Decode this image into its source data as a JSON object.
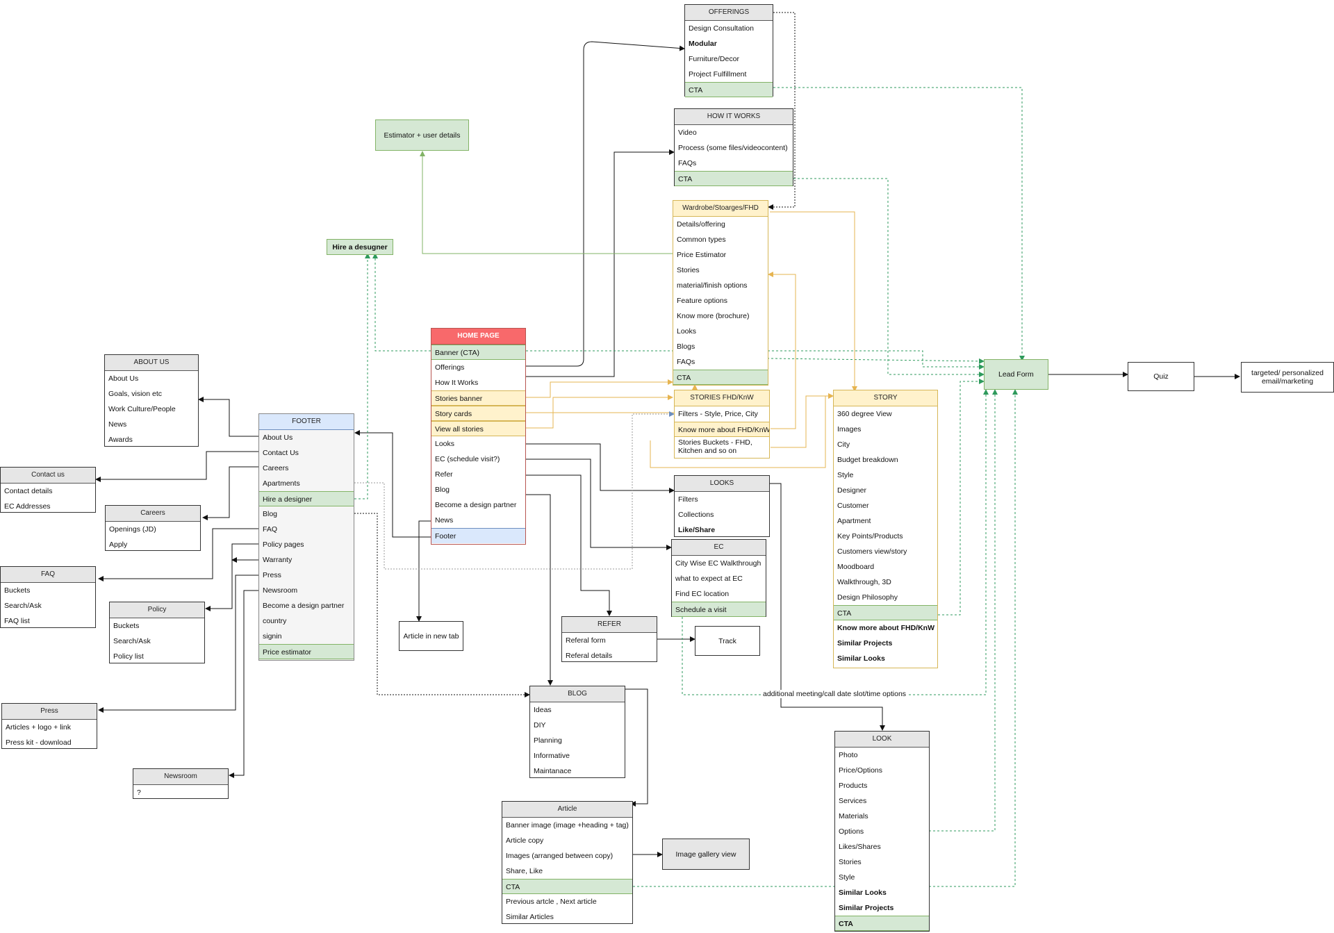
{
  "tables": {
    "offerings": {
      "title": "OFFERINGS",
      "rows": [
        "Design Consultation",
        "Modular",
        "Furniture/Decor",
        "Project Fulfillment",
        "CTA"
      ]
    },
    "how": {
      "title": "HOW IT WORKS",
      "rows": [
        "Video",
        "Process (some files/videocontent)",
        "FAQs",
        "CTA"
      ]
    },
    "wardrobe": {
      "title": "Wardrobe/Stoarges/FHD",
      "rows": [
        "Details/offering",
        "Common types",
        "Price Estimator",
        "Stories",
        "material/finish options",
        "Feature options",
        "Know more (brochure)",
        "Looks",
        "Blogs",
        "FAQs",
        "CTA"
      ]
    },
    "home": {
      "title": "HOME PAGE",
      "rows": [
        "Banner (CTA)",
        "Offerings",
        "How It Works",
        "Stories banner",
        "Story cards",
        "View all stories",
        "Looks",
        "EC (schedule visit?)",
        "Refer",
        "Blog",
        "Become a design partner",
        "News",
        "Footer"
      ]
    },
    "footer": {
      "title": "FOOTER",
      "rows": [
        "About Us",
        "Contact Us",
        "Careers",
        "Apartments",
        "Hire a designer",
        "Blog",
        "FAQ",
        "Policy pages",
        "Warranty",
        "Press",
        "Newsroom",
        "Become a design partner",
        "country",
        "signin",
        "Price estimator"
      ]
    },
    "about": {
      "title": "ABOUT US",
      "rows": [
        "About Us",
        "Goals, vision etc",
        "Work Culture/People",
        "News",
        "Awards"
      ]
    },
    "contact": {
      "title": "Contact us",
      "rows": [
        "Contact details",
        "EC Addresses"
      ]
    },
    "careers": {
      "title": "Careers",
      "rows": [
        "Openings (JD)",
        "Apply"
      ]
    },
    "faq": {
      "title": "FAQ",
      "rows": [
        "Buckets",
        "Search/Ask",
        "FAQ list"
      ]
    },
    "policy": {
      "title": "Policy",
      "rows": [
        "Buckets",
        "Search/Ask",
        "Policy list"
      ]
    },
    "press": {
      "title": "Press",
      "rows": [
        "Articles + logo + link",
        "Press kit - download"
      ]
    },
    "newsroom": {
      "title": "Newsroom",
      "rows": [
        "?"
      ]
    },
    "stories": {
      "title": "STORIES FHD/KnW",
      "rows": [
        "Filters - Style, Price, City",
        "Know more about FHD/KnW",
        "Stories Buckets - FHD, Kitchen and so on"
      ]
    },
    "story": {
      "title": "STORY",
      "rows": [
        "360 degree View",
        "Images",
        "City",
        "Budget breakdown",
        "Style",
        "Designer",
        "Customer",
        "Apartment",
        "Key Points/Products",
        "Customers view/story",
        "Moodboard",
        "Walkthrough, 3D",
        "Design Philosophy",
        "CTA",
        "Know more about FHD/KnW",
        "Similar Projects",
        "Similar Looks"
      ]
    },
    "looks": {
      "title": "LOOKS",
      "rows": [
        "Filters",
        "Collections",
        "Like/Share"
      ]
    },
    "ec": {
      "title": "EC",
      "rows": [
        "City Wise EC Walkthrough",
        "what to expect at EC",
        "Find EC location",
        "Schedule a visit"
      ]
    },
    "refer": {
      "title": "REFER",
      "rows": [
        "Referal form",
        "Referal details"
      ]
    },
    "blog": {
      "title": "BLOG",
      "rows": [
        "Ideas",
        "DIY",
        "Planning",
        "Informative",
        "Maintanace"
      ]
    },
    "article": {
      "title": "Article",
      "rows": [
        "Banner image (image +heading + tag)",
        "Article copy",
        "Images (arranged between copy)",
        "Share, Like",
        "CTA",
        "Previous artcle , Next article",
        "Similar Articles"
      ]
    },
    "look": {
      "title": "LOOK",
      "rows": [
        "Photo",
        "Price/Options",
        "Products",
        "Services",
        "Materials",
        "Options",
        "Likes/Shares",
        "Stories",
        "Style",
        "Similar Looks",
        "Similar Projects",
        "CTA"
      ]
    }
  },
  "boxes": {
    "estimator": "Estimator + user details",
    "hire": "Hire a desugner",
    "lead": "Lead Form",
    "quiz": "Quiz",
    "targeted": "targeted/ personalized email/marketing",
    "article_tab": "Article in new tab",
    "track": "Track",
    "gallery": "Image gallery view"
  },
  "labels": {
    "meeting": "additional meeting/call date slot/time options"
  },
  "colors": {
    "home_header": "#f8696b",
    "cta_fill": "#d5e8d4",
    "cta_border": "#82b366",
    "highlight_fill": "#fff2cc",
    "highlight_border": "#d6b656",
    "footer_fill": "#dae8fc",
    "footer_border": "#6c8ebf",
    "green_dashed": "#2e9a5c",
    "orange_line": "#e6b450"
  }
}
